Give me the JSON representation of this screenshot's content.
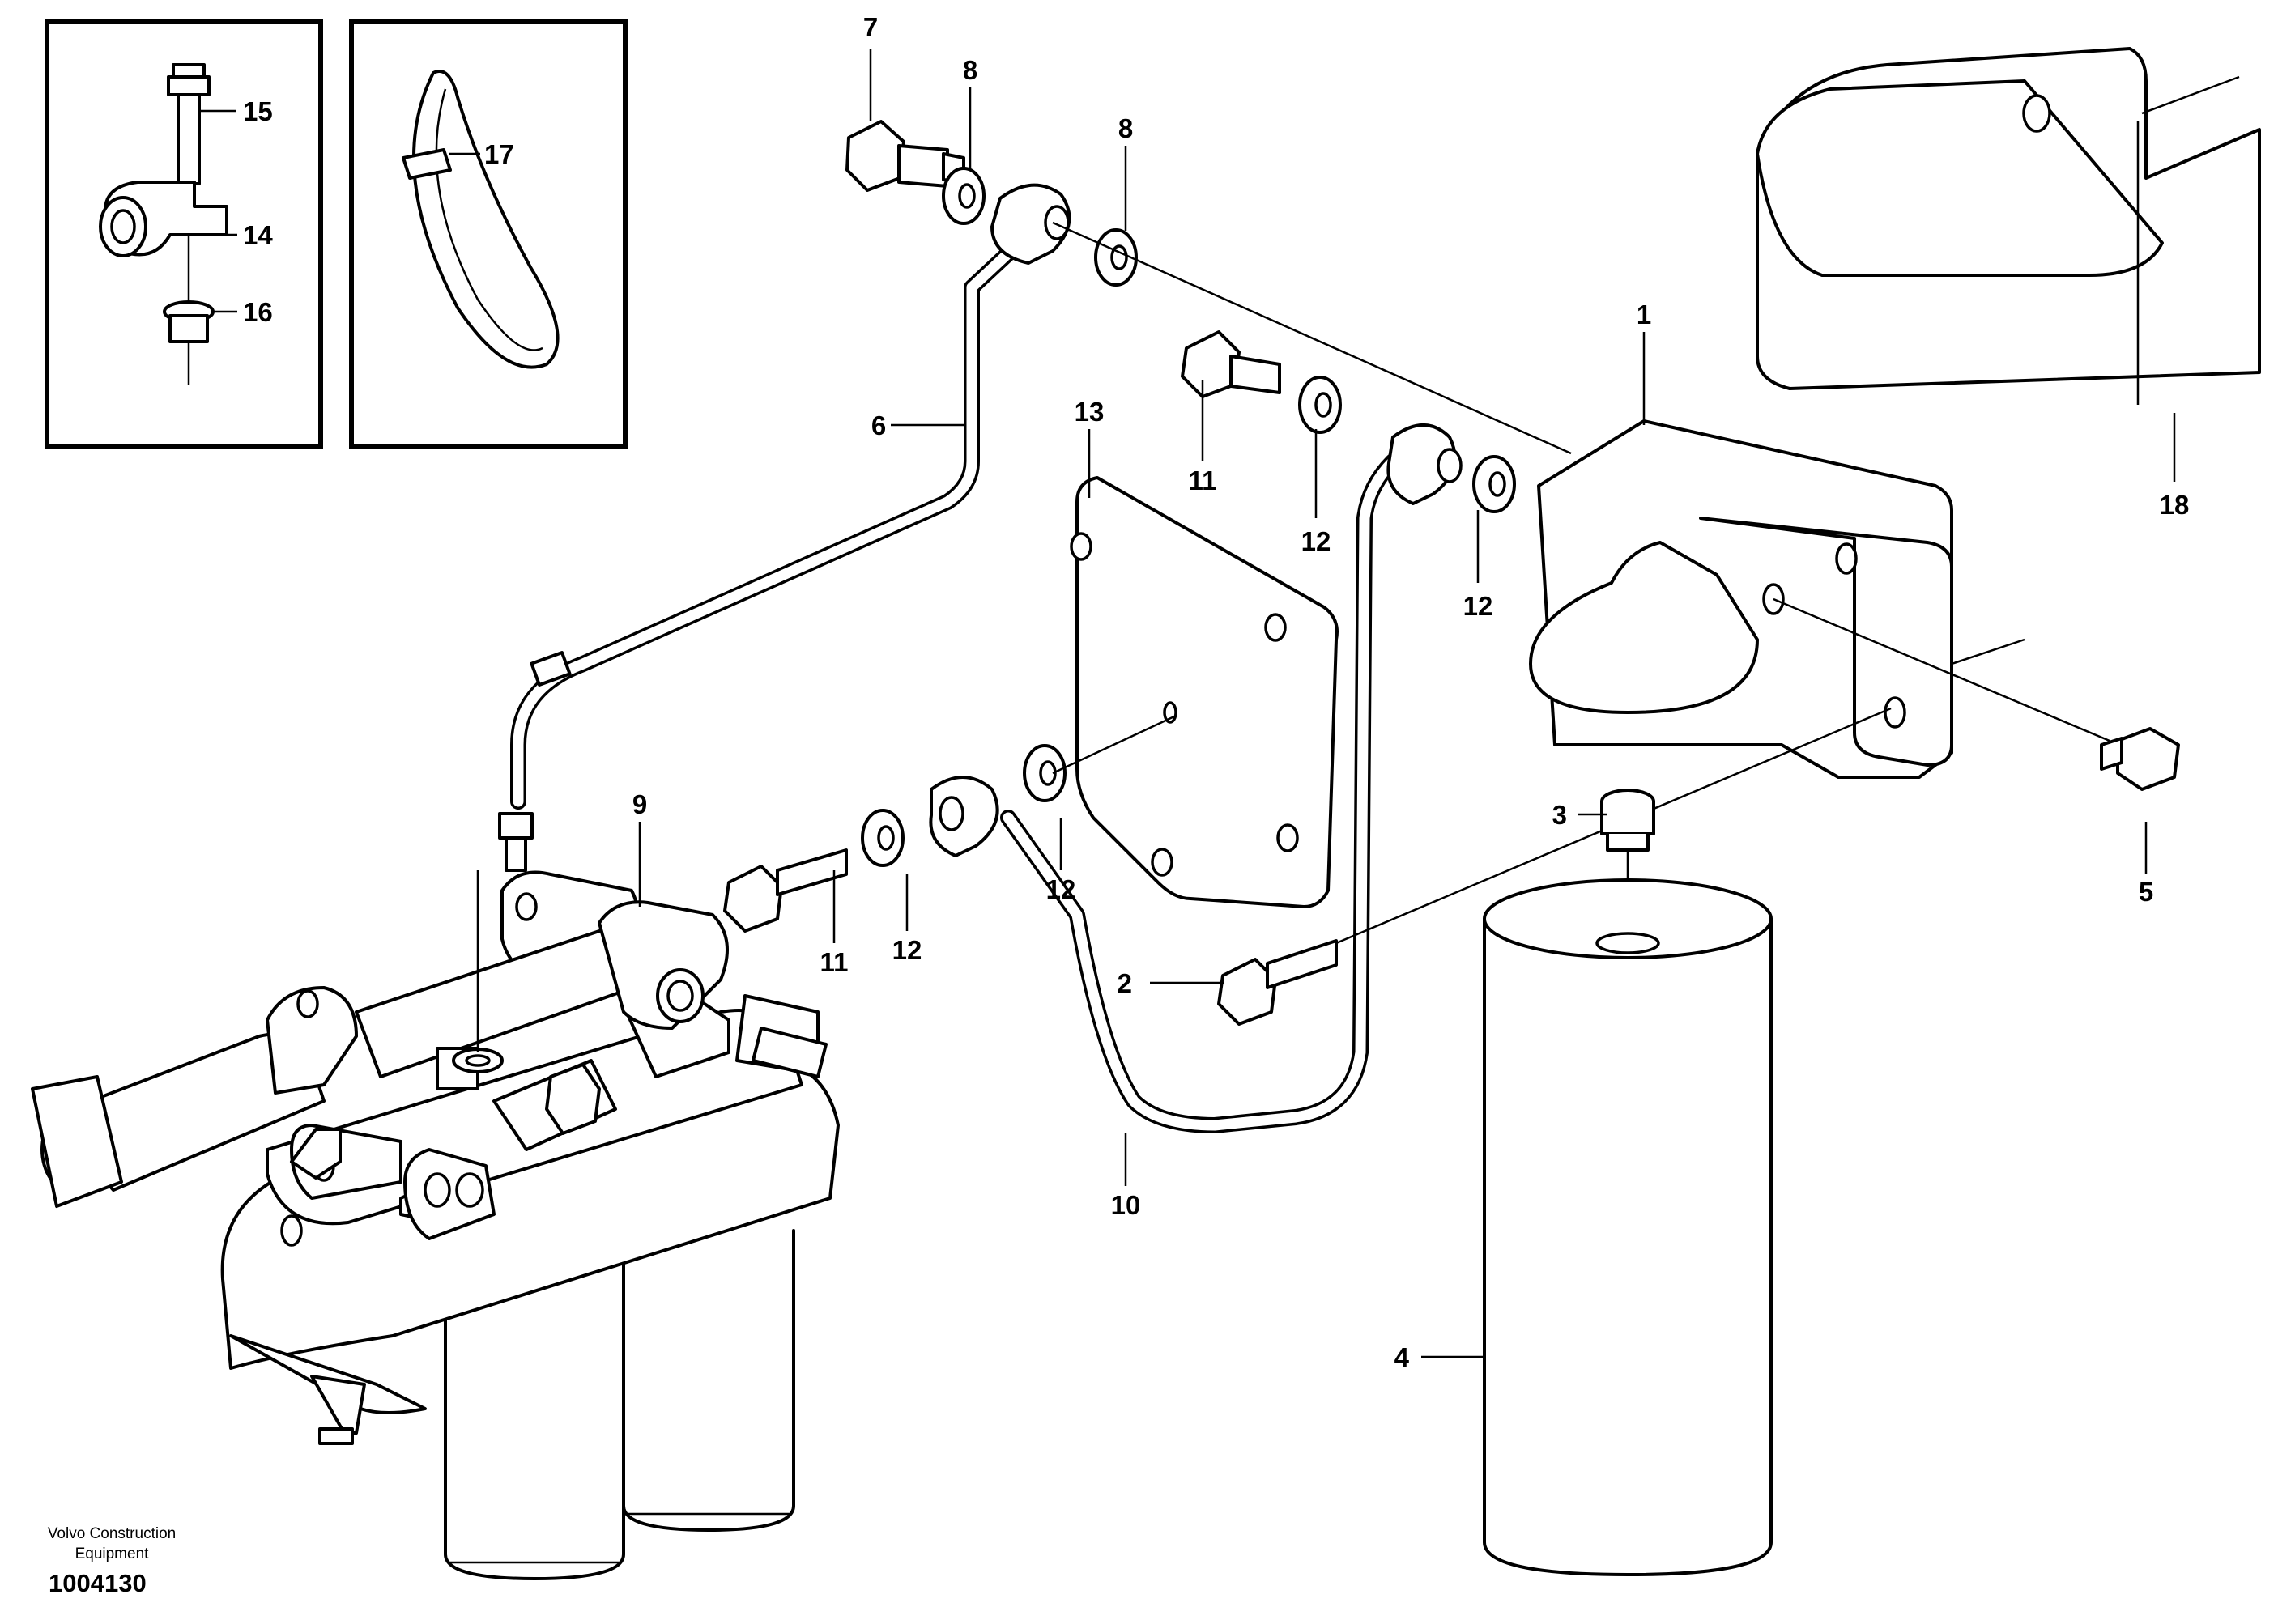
{
  "diagram": {
    "callouts": {
      "c1": "1",
      "c2": "2",
      "c3": "3",
      "c4": "4",
      "c5": "5",
      "c6": "6",
      "c7": "7",
      "c8a": "8",
      "c8b": "8",
      "c9": "9",
      "c10": "10",
      "c11a": "11",
      "c11b": "11",
      "c12a": "12",
      "c12b": "12",
      "c12c": "12",
      "c12d": "12",
      "c13": "13",
      "c14": "14",
      "c15": "15",
      "c16": "16",
      "c17": "17",
      "c18": "18"
    },
    "credit_line1": "Volvo Construction",
    "credit_line2": "Equipment",
    "doc_number": "1004130"
  }
}
